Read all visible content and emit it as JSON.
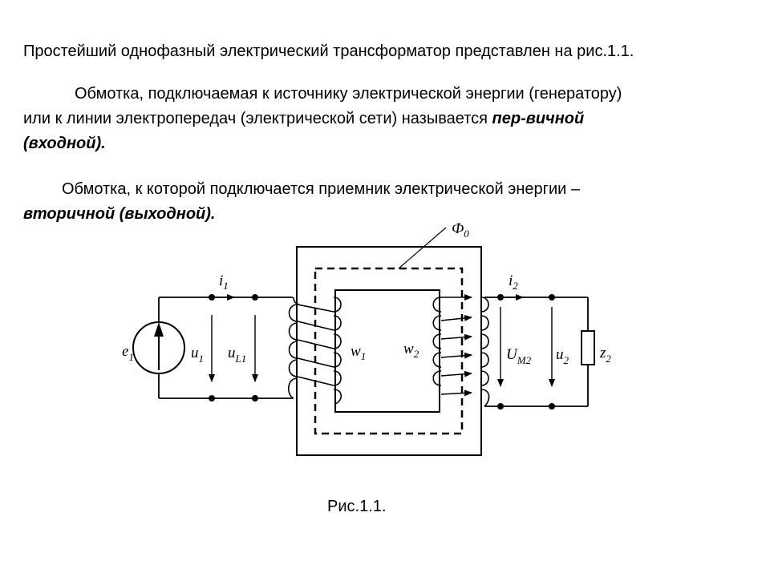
{
  "text": {
    "p1": "Простейший однофазный электрический трансформатор представлен на рис.1.1.",
    "p2_line1": "Обмотка, подключаемая к источнику электрической энергии (генератору)",
    "p2_line2_start": "или к линии электропередач (электрической сети) называется ",
    "p2_emph": "пер-вичной",
    "p2_line3": "(входной).",
    "p3_line1": "Обмотка, к которой подключается приемник электрической энергии –",
    "p3_emph": "вторичной (выходной)."
  },
  "figure": {
    "caption": "Рис.1.1.",
    "labels": {
      "flux": {
        "main": "Ф",
        "sub": "0"
      },
      "i1": {
        "main": "i",
        "sub": "1"
      },
      "i2": {
        "main": "i",
        "sub": "2"
      },
      "e1": {
        "main": "e",
        "sub": "1"
      },
      "u1": {
        "main": "u",
        "sub": "1"
      },
      "uL1": {
        "main": "u",
        "sub": "L1"
      },
      "w1": {
        "main": "w",
        "sub": "1"
      },
      "w2": {
        "main": "w",
        "sub": "2"
      },
      "UM2": {
        "main": "U",
        "sub": "M2"
      },
      "u2": {
        "main": "u",
        "sub": "2"
      },
      "z2": {
        "main": "z",
        "sub": "2"
      }
    }
  }
}
